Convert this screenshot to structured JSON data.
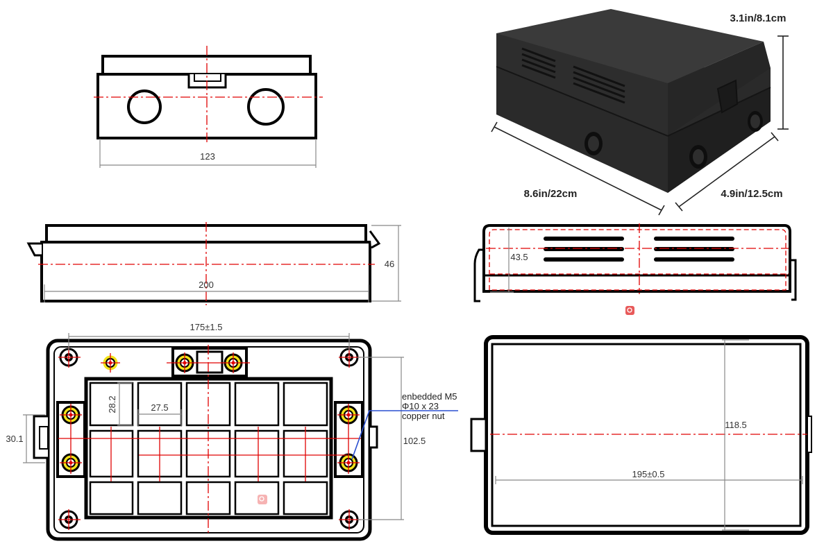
{
  "views": {
    "front": {
      "width_label": "123"
    },
    "side": {
      "width_label": "200",
      "height_label": "46"
    },
    "side_vented": {
      "inner_height_label": "43.5"
    },
    "bottom": {
      "spacing_label": "175±1.5",
      "rib_height_label": "28.2",
      "rib_width_label": "27.5",
      "tab_height_label": "30.1",
      "height_label": "102.5",
      "note_lines": [
        "enbedded M5",
        "Φ10 x 23",
        "copper nut"
      ]
    },
    "lid": {
      "width_label": "195±0.5",
      "height_label": "118.5"
    }
  },
  "photo": {
    "height_label": "3.1in/8.1cm",
    "length_label": "8.6in/22cm",
    "depth_label": "4.9in/12.5cm"
  },
  "colors": {
    "outline": "#000000",
    "centerline": "#e00000",
    "dimension": "#888888",
    "leader": "#2a4fd0",
    "insert": "#f2e21a",
    "box": "#2b2b2b"
  },
  "icons": [
    "zoom-icon",
    "zoom-icon"
  ]
}
